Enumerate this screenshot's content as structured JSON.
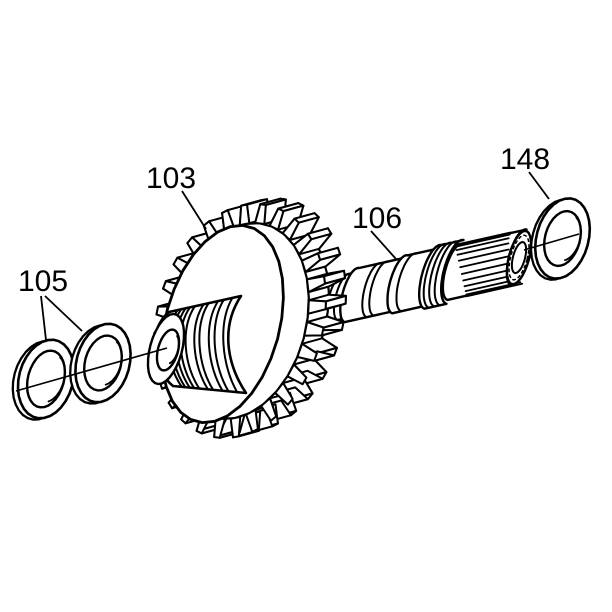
{
  "page": {
    "background_color": "#ffffff",
    "line_color": "#000000",
    "type_note": "exploded parts line diagram"
  },
  "callouts": {
    "c103": "103",
    "c105": "105",
    "c106": "106",
    "c148": "148"
  }
}
